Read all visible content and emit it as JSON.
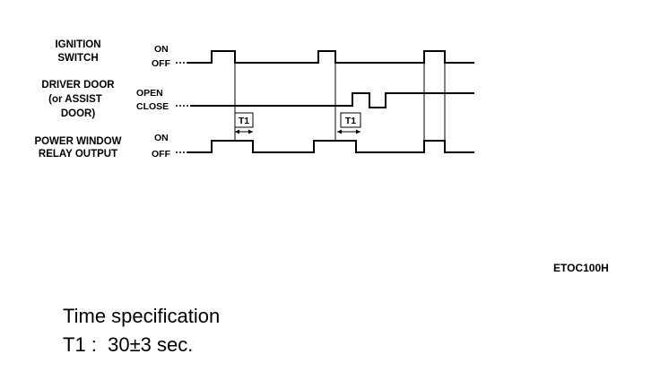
{
  "signals": {
    "ignition": {
      "line1": "IGNITION",
      "line2": "SWITCH",
      "high": "ON",
      "low": "OFF"
    },
    "door": {
      "line1": "DRIVER DOOR",
      "line2": "(or ASSIST",
      "line3": "DOOR)",
      "high": "OPEN",
      "low": "CLOSE"
    },
    "relay": {
      "line1": "POWER WINDOW",
      "line2": "RELAY OUTPUT",
      "high": "ON",
      "low": "OFF"
    }
  },
  "interval_label": "T1",
  "figure_code": "ETOC100H",
  "spec": {
    "heading": "Time specification",
    "value": "T1 :  30±3 sec."
  }
}
